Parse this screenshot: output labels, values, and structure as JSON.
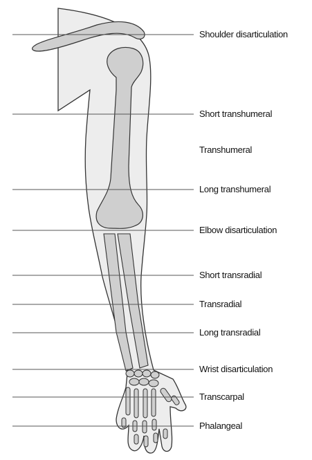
{
  "labels": [
    "Shoulder disarticulation",
    "Short transhumeral",
    "Transhumeral",
    "Long transhumeral",
    "Elbow disarticulation",
    "Short transradial",
    "Transradial",
    "Long transradial",
    "Wrist disarticulation",
    "Transcarpal",
    "Phalangeal"
  ],
  "colors": {
    "skin_fill": "#ededed",
    "bone_fill": "#cfcfcf",
    "outline": "#333333",
    "level_line": "#555555",
    "text": "#111111"
  }
}
